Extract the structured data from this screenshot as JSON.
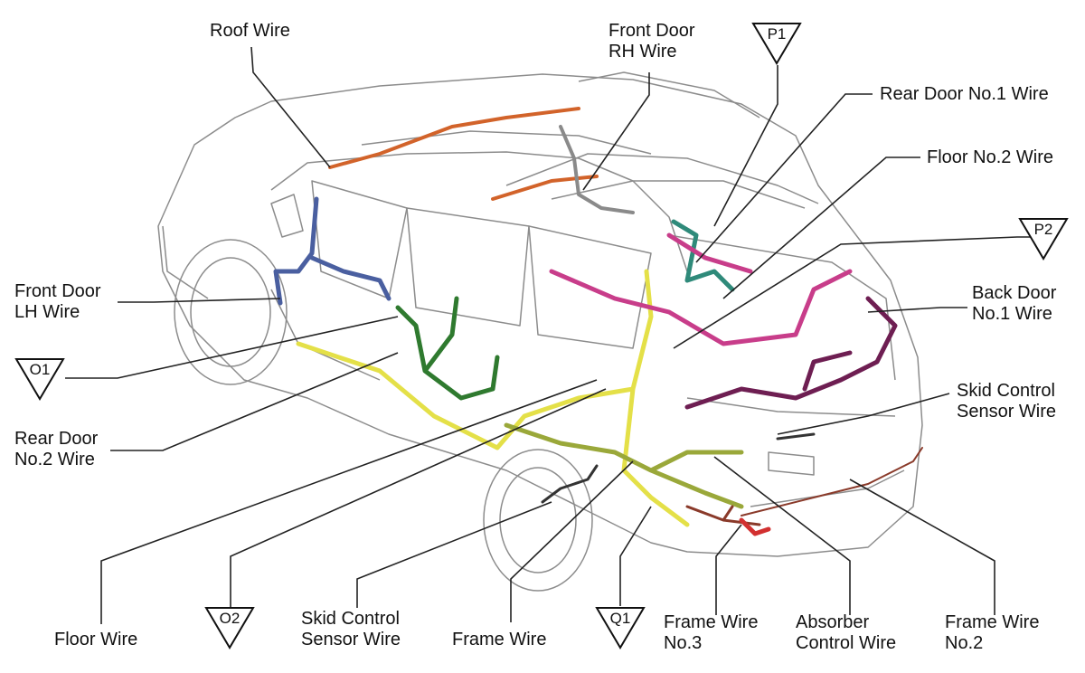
{
  "labels": {
    "roof_wire": [
      "Roof Wire"
    ],
    "front_door_rh_wire": [
      "Front Door",
      "RH Wire"
    ],
    "rear_door_no1_wire": [
      "Rear Door No.1 Wire"
    ],
    "floor_no2_wire": [
      "Floor No.2 Wire"
    ],
    "back_door_no1_wire": [
      "Back Door",
      "No.1 Wire"
    ],
    "skid_control_sensor_wire_right": [
      "Skid Control",
      "Sensor Wire"
    ],
    "front_door_lh_wire": [
      "Front Door",
      "LH Wire"
    ],
    "rear_door_no2_wire": [
      "Rear Door",
      "No.2 Wire"
    ],
    "floor_wire": [
      "Floor Wire"
    ],
    "skid_control_sensor_wire_bottom": [
      "Skid Control",
      "Sensor Wire"
    ],
    "frame_wire": [
      "Frame Wire"
    ],
    "frame_wire_no3": [
      "Frame Wire",
      "No.3"
    ],
    "absorber_control_wire": [
      "Absorber",
      "Control Wire"
    ],
    "frame_wire_no2": [
      "Frame Wire",
      "No.2"
    ]
  },
  "tags": {
    "p1": "P1",
    "p2": "P2",
    "o1": "O1",
    "o2": "O2",
    "q1": "Q1"
  },
  "colors": {
    "roof": "#d2632a",
    "front_door_rh": "#8a8a8a",
    "front_door_lh": "#4a5fa0",
    "rear_door_no1": "#2f8a7a",
    "rear_door_no2": "#2f7a2f",
    "floor": "#e4e048",
    "floor_no2": "#c83d8a",
    "back_door": "#6e1e52",
    "frame": "#9aa83a",
    "absorber": "#8a3a2a",
    "frame_no3": "#d23030",
    "outline": "#8c8c8c"
  }
}
